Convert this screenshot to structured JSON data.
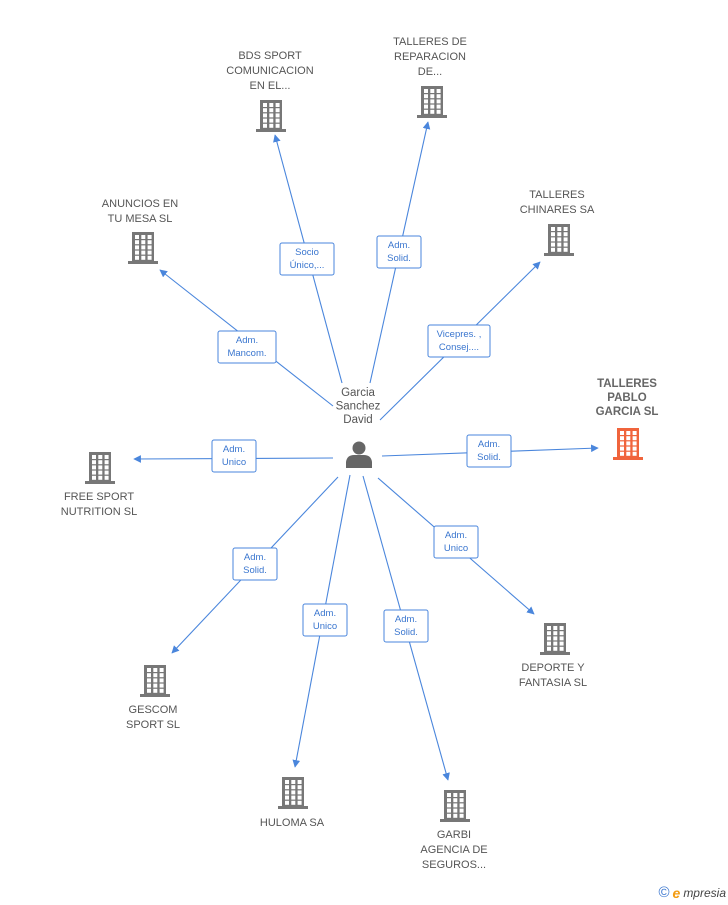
{
  "colors": {
    "edge": "#4a86dc",
    "building": "#777777",
    "building_highlight": "#f0643c",
    "person": "#666666"
  },
  "center": {
    "name_lines": [
      "Garcia",
      "Sanchez",
      "David"
    ],
    "icon": "person-icon"
  },
  "companies": [
    {
      "id": "bds-sport",
      "lines": [
        "BDS SPORT",
        "COMUNICACION",
        "EN EL..."
      ],
      "relation": [
        "Socio",
        "Único,..."
      ],
      "highlight": false
    },
    {
      "id": "talleres-reparacion",
      "lines": [
        "TALLERES DE",
        "REPARACION",
        "DE..."
      ],
      "relation": [
        "Adm.",
        "Solid."
      ],
      "highlight": false
    },
    {
      "id": "anuncios-en-tu-mesa",
      "lines": [
        "ANUNCIOS EN",
        "TU MESA SL"
      ],
      "relation": [
        "Adm.",
        "Mancom."
      ],
      "highlight": false
    },
    {
      "id": "talleres-chinares",
      "lines": [
        "TALLERES",
        "CHINARES SA"
      ],
      "relation": [
        "Vicepres. ,",
        "Consej...."
      ],
      "highlight": false
    },
    {
      "id": "talleres-pablo-garcia",
      "lines": [
        "TALLERES",
        "PABLO",
        "GARCIA SL"
      ],
      "relation": [
        "Adm.",
        "Solid."
      ],
      "highlight": true
    },
    {
      "id": "free-sport-nutrition",
      "lines": [
        "FREE SPORT",
        "NUTRITION SL"
      ],
      "relation": [
        "Adm.",
        "Unico"
      ],
      "highlight": false
    },
    {
      "id": "deporte-y-fantasia",
      "lines": [
        "DEPORTE Y",
        "FANTASIA SL"
      ],
      "relation": [
        "Adm.",
        "Unico"
      ],
      "highlight": false
    },
    {
      "id": "gescom-sport",
      "lines": [
        "GESCOM",
        "SPORT SL"
      ],
      "relation": [
        "Adm.",
        "Solid."
      ],
      "highlight": false
    },
    {
      "id": "huloma",
      "lines": [
        "HULOMA SA"
      ],
      "relation": [
        "Adm.",
        "Unico"
      ],
      "highlight": false
    },
    {
      "id": "garbi-agencia",
      "lines": [
        "GARBI",
        "AGENCIA DE",
        "SEGUROS..."
      ],
      "relation": [
        "Adm.",
        "Solid."
      ],
      "highlight": false
    }
  ],
  "footer": {
    "copyright": "©",
    "brand_initial": "e",
    "brand_rest": "mpresia"
  }
}
